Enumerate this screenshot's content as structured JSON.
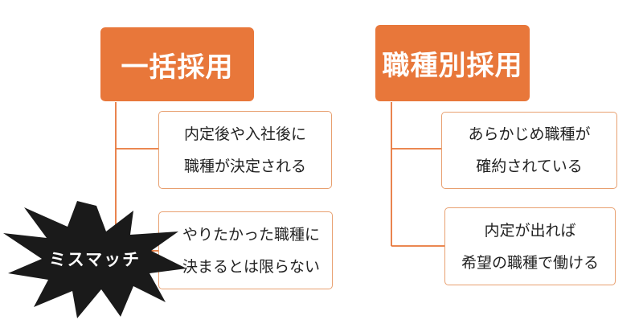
{
  "colors": {
    "header_fill": "#e8773a",
    "box_border": "#e8a070",
    "connector": "#e8773a",
    "burst_fill": "#1a1a1a"
  },
  "left": {
    "title": "一括採用",
    "boxes": [
      {
        "lines": [
          "内定後や入社後に",
          "職種が決定される"
        ]
      },
      {
        "lines": [
          "やりたかった職種に",
          "決まるとは限らない"
        ]
      }
    ],
    "burst_label": "ミスマッチ"
  },
  "right": {
    "title": "職種別採用",
    "boxes": [
      {
        "lines": [
          "あらかじめ職種が",
          "確約されている"
        ]
      },
      {
        "lines": [
          "内定が出れば",
          "希望の職種で働ける"
        ]
      }
    ]
  }
}
